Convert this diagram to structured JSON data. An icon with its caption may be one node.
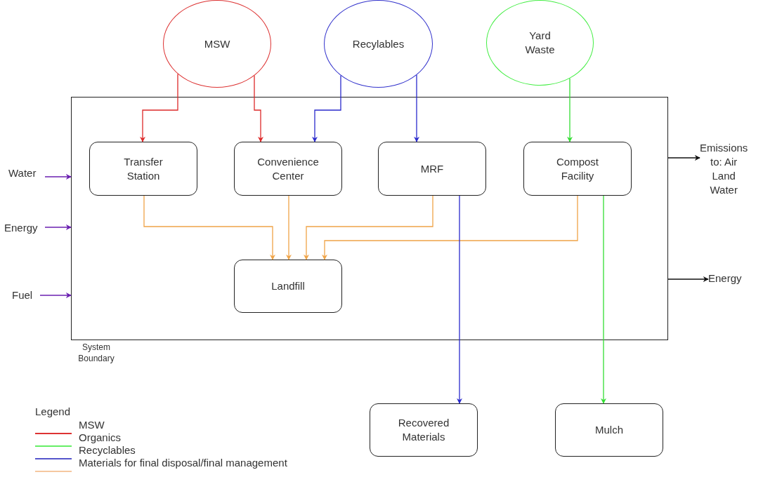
{
  "diagram": {
    "nodes": [
      {
        "text": [
          "MSW"
        ]
      },
      {
        "text": [
          "Recylables"
        ]
      },
      {
        "text": [
          "Yard Waste"
        ]
      },
      {
        "text": [
          "System Boundary"
        ]
      },
      {
        "text": [
          "Transfer Station"
        ],
        "in": 3
      },
      {
        "text": [
          "Convenience Center"
        ],
        "in": 3
      },
      {
        "text": [
          "MRF"
        ],
        "in": 3
      },
      {
        "text": [
          "Compost Facility"
        ],
        "in": 3
      },
      {
        "text": [
          "Landfill"
        ],
        "in": 3
      },
      {
        "text": [
          "Recovered Materials"
        ]
      },
      {
        "text": [
          "Mulch"
        ]
      },
      {
        "text": [
          "Water"
        ]
      },
      {
        "text": [
          "Energy"
        ]
      },
      {
        "text": [
          "Fuel"
        ]
      },
      {
        "text": [
          "Emissions to: Air Land Water"
        ]
      },
      {
        "text": [
          "Energy"
        ]
      }
    ],
    "edges": [
      {
        "from": 0,
        "to": 4,
        "arrow": "to",
        "color": "#dd2a2a"
      },
      {
        "from": 0,
        "to": 5,
        "arrow": "to",
        "color": "#dd2a2a"
      },
      {
        "from": 1,
        "to": 5,
        "arrow": "to",
        "color": "#2a2acc"
      },
      {
        "from": 1,
        "to": 6,
        "arrow": "to",
        "color": "#2a2acc"
      },
      {
        "from": 2,
        "to": 7,
        "arrow": "to",
        "color": "#33dd33"
      },
      {
        "from": 4,
        "to": 8,
        "arrow": "to",
        "color": "#f0a448"
      },
      {
        "from": 5,
        "to": 8,
        "arrow": "to",
        "color": "#f0a448"
      },
      {
        "from": 6,
        "to": 8,
        "arrow": "to",
        "color": "#f0a448"
      },
      {
        "from": 7,
        "to": 8,
        "arrow": "to",
        "color": "#f0a448"
      },
      {
        "from": 6,
        "to": 9,
        "arrow": "to",
        "color": "#2a2acc"
      },
      {
        "from": 7,
        "to": 10,
        "arrow": "to",
        "color": "#33dd33"
      },
      {
        "from": 11,
        "to": 3,
        "arrow": "to",
        "color": "#6a1fb0"
      },
      {
        "from": 12,
        "to": 3,
        "arrow": "to",
        "color": "#6a1fb0"
      },
      {
        "from": 13,
        "to": 3,
        "arrow": "to",
        "color": "#6a1fb0"
      },
      {
        "from": 3,
        "to": 14,
        "arrow": "to",
        "color": "#111111"
      },
      {
        "from": 3,
        "to": 15,
        "arrow": "to",
        "color": "#111111"
      }
    ],
    "labels": [
      "Legend"
    ],
    "legend": [
      {
        "text": "MSW",
        "color": "#dd3333"
      },
      {
        "text": "Organics",
        "color": "#66ee66"
      },
      {
        "text": "Recyclables",
        "color": "#5555cc"
      },
      {
        "text": "Materials for final disposal/final management",
        "color": "#f5c8a0"
      }
    ]
  }
}
